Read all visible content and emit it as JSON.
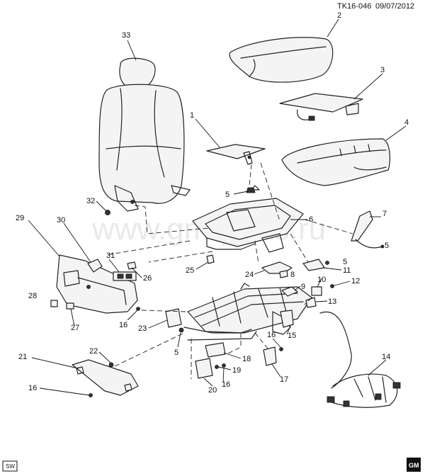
{
  "header": {
    "drawing_id": "TK16-046",
    "date": "09/07/2012"
  },
  "watermark": "www.gm-parts.ru",
  "badge_sw": "SW",
  "logo_text": "GM",
  "callouts": [
    {
      "id": "c2",
      "label": "2"
    },
    {
      "id": "c33",
      "label": "33"
    },
    {
      "id": "c3",
      "label": "3"
    },
    {
      "id": "c1",
      "label": "1"
    },
    {
      "id": "c4",
      "label": "4"
    },
    {
      "id": "c5a",
      "label": "5"
    },
    {
      "id": "c32",
      "label": "32"
    },
    {
      "id": "c29",
      "label": "29"
    },
    {
      "id": "c30",
      "label": "30"
    },
    {
      "id": "c6",
      "label": "6"
    },
    {
      "id": "c7",
      "label": "7"
    },
    {
      "id": "c5b",
      "label": "5"
    },
    {
      "id": "c31",
      "label": "31"
    },
    {
      "id": "c25",
      "label": "25"
    },
    {
      "id": "c26",
      "label": "26"
    },
    {
      "id": "c24",
      "label": "24"
    },
    {
      "id": "c8",
      "label": "8"
    },
    {
      "id": "c5c",
      "label": "5"
    },
    {
      "id": "c11",
      "label": "11"
    },
    {
      "id": "c10",
      "label": "10"
    },
    {
      "id": "c12",
      "label": "12"
    },
    {
      "id": "c9",
      "label": "9"
    },
    {
      "id": "c28",
      "label": "28"
    },
    {
      "id": "c13",
      "label": "13"
    },
    {
      "id": "c27",
      "label": "27"
    },
    {
      "id": "c16a",
      "label": "16"
    },
    {
      "id": "c23",
      "label": "23"
    },
    {
      "id": "c15",
      "label": "15"
    },
    {
      "id": "c16b",
      "label": "16"
    },
    {
      "id": "c5d",
      "label": "5"
    },
    {
      "id": "c18",
      "label": "18"
    },
    {
      "id": "c22",
      "label": "22"
    },
    {
      "id": "c21",
      "label": "21"
    },
    {
      "id": "c14",
      "label": "14"
    },
    {
      "id": "c19",
      "label": "19"
    },
    {
      "id": "c17",
      "label": "17"
    },
    {
      "id": "c20",
      "label": "20"
    },
    {
      "id": "c16c",
      "label": "16"
    },
    {
      "id": "c16d",
      "label": "16"
    }
  ]
}
